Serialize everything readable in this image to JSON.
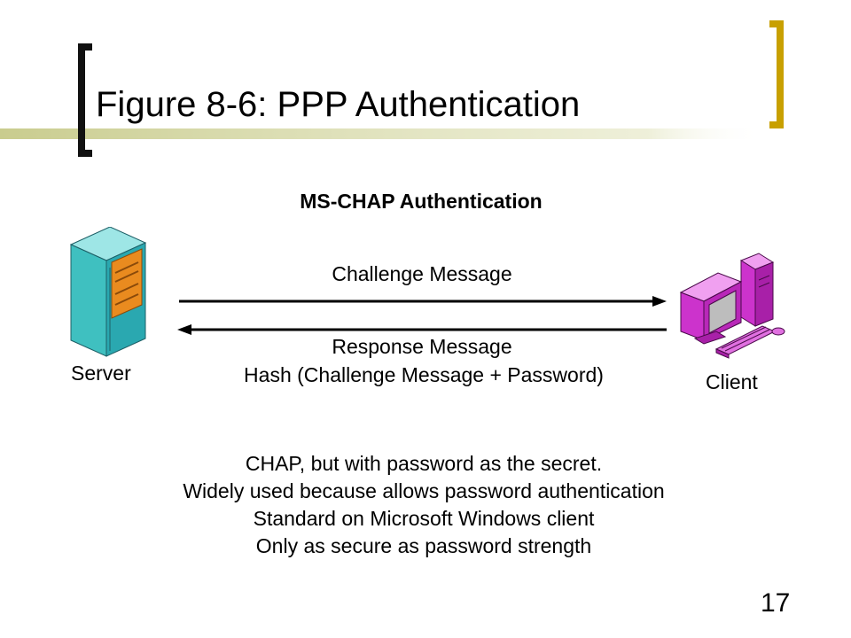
{
  "slide": {
    "title": "Figure 8-6: PPP Authentication",
    "subtitle": "MS-CHAP Authentication",
    "page_number": "17"
  },
  "diagram": {
    "server_label": "Server",
    "client_label": "Client",
    "challenge_label": "Challenge Message",
    "response_label": "Response Message",
    "response_detail": "Hash (Challenge Message + Password)"
  },
  "notes": [
    "CHAP, but with password as the secret.",
    "Widely used because allows password authentication",
    "Standard on Microsoft Windows client",
    "Only as secure as password strength"
  ],
  "colors": {
    "accent_gold": "#c8a000",
    "accent_bar": "#c9cc8e",
    "server_teal": "#3fc0c0",
    "server_orange": "#e98b1f",
    "client_magenta": "#cc33cc"
  }
}
